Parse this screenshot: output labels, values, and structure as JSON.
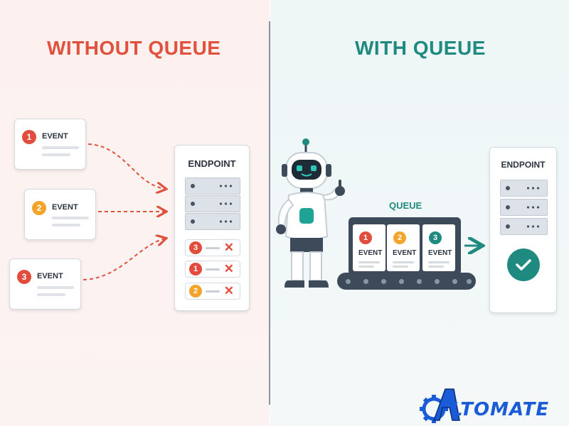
{
  "headings": {
    "without": "WITHOUT QUEUE",
    "with": "WITH QUEUE"
  },
  "event_label": "EVENT",
  "left_events": [
    {
      "num": "1",
      "color": "#e24c3c"
    },
    {
      "num": "2",
      "color": "#f3a42a"
    },
    {
      "num": "3",
      "color": "#e24c3c"
    }
  ],
  "endpoint_title": "ENDPOINT",
  "failed_rows": [
    {
      "num": "3",
      "color": "#e24c3c"
    },
    {
      "num": "1",
      "color": "#e24c3c"
    },
    {
      "num": "2",
      "color": "#f3a42a"
    }
  ],
  "queue": {
    "label": "QUEUE",
    "items": [
      {
        "num": "1",
        "color": "#e24c3c"
      },
      {
        "num": "2",
        "color": "#f3a42a"
      },
      {
        "num": "3",
        "color": "#1f8a80"
      }
    ]
  },
  "logo": {
    "text": "LTOMATE",
    "letter": "A"
  },
  "colors": {
    "red": "#e0513e",
    "teal": "#1f8a80",
    "orange": "#f3a42a",
    "logo_blue": "#1a5bd8"
  }
}
